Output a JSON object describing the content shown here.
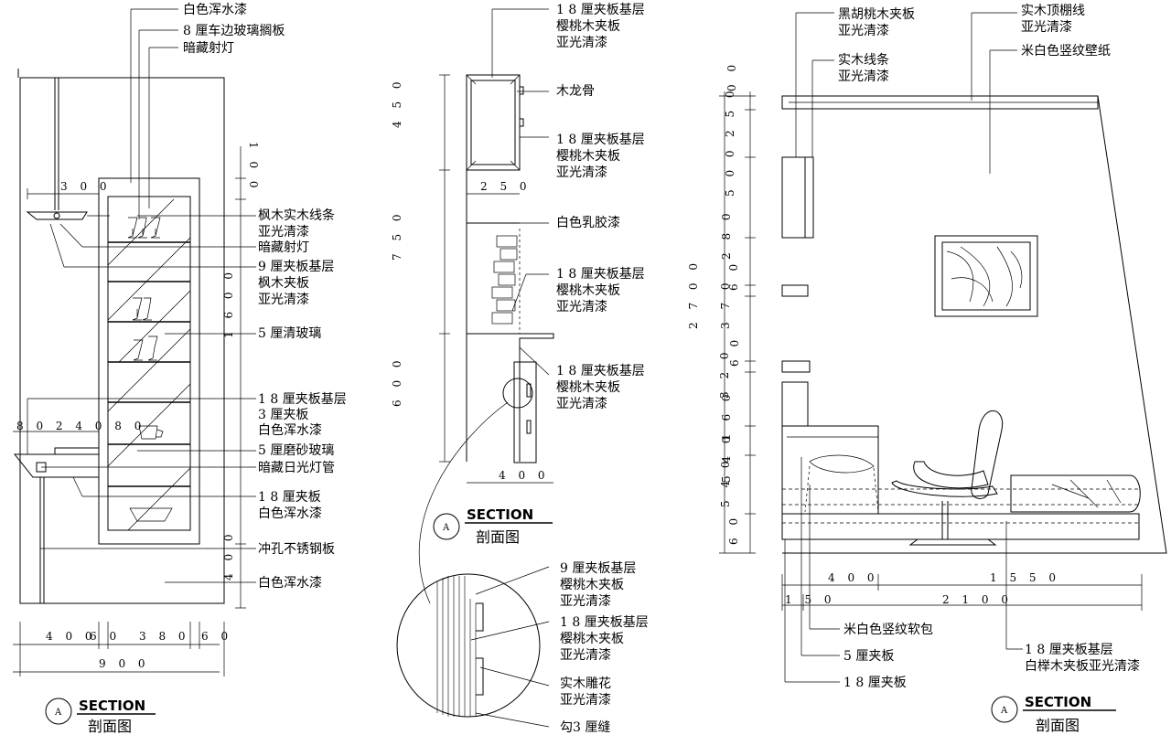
{
  "left": {
    "labels_top": [
      "白色浑水漆",
      "8 厘车边玻璃搁板",
      "暗藏射灯"
    ],
    "labels_right": [
      [
        "枫木实木线条",
        "亚光清漆"
      ],
      [
        "暗藏射灯"
      ],
      [
        "9 厘夹板基层",
        "枫木夹板",
        "亚光清漆"
      ],
      [
        "5 厘清玻璃"
      ],
      [
        "1 8 厘夹板基层",
        "3 厘夹板",
        "白色浑水漆"
      ],
      [
        "5 厘磨砂玻璃"
      ],
      [
        "暗藏日光灯管"
      ],
      [
        "1 8 厘夹板",
        "白色浑水漆"
      ],
      [
        "冲孔不锈钢板"
      ],
      [
        "白色浑水漆"
      ]
    ],
    "dims": {
      "w300": "3 0 0",
      "h100": "1 0 0",
      "h1600": "1 6 0 0",
      "h400": "4 0 0",
      "small": "8 0 2 4 0 8 0",
      "bottom_row": [
        "4 0 0",
        "6 0",
        "3 8 0",
        "6 0"
      ],
      "total": "9 0 0"
    }
  },
  "middle": {
    "labels": [
      [
        "1 8 厘夹板基层",
        "樱桃木夹板",
        "亚光清漆"
      ],
      [
        "木龙骨"
      ],
      [
        "1 8 厘夹板基层",
        "樱桃木夹板",
        "亚光清漆"
      ],
      [
        "白色乳胶漆"
      ],
      [
        "1 8 厘夹板基层",
        "樱桃木夹板",
        "亚光清漆"
      ],
      [
        "1 8 厘夹板基层",
        "樱桃木夹板",
        "亚光清漆"
      ]
    ],
    "detail_labels": [
      [
        "9 厘夹板基层",
        "樱桃木夹板",
        "亚光清漆"
      ],
      [
        "1 8 厘夹板基层",
        "樱桃木夹板",
        "亚光清漆"
      ],
      [
        "实木雕花",
        "亚光清漆"
      ],
      [
        "勾3 厘缝"
      ]
    ],
    "dims": {
      "h450": "4 5 0",
      "w250": "2 5 0",
      "h750": "7 5 0",
      "h600": "6 0 0",
      "w400": "4 0 0"
    }
  },
  "right": {
    "labels_top": [
      [
        "黑胡桃木夹板",
        "亚光清漆"
      ],
      [
        "实木线条",
        "亚光清漆"
      ],
      [
        "实木顶棚线",
        "亚光清漆"
      ],
      [
        "米白色竖纹壁纸"
      ]
    ],
    "labels_bottom": [
      [
        "米白色竖纹软包"
      ],
      [
        "5 厘夹板"
      ],
      [
        "1 8 厘夹板"
      ],
      [
        "1 8 厘夹板基层",
        "白榉木夹板亚光清漆"
      ]
    ],
    "dims": {
      "total": "2 7 0 0",
      "segments": [
        "0 0",
        "2 5 0",
        "5 0 0",
        "2 8 0",
        "6 0",
        "3 7 0",
        "6 0",
        "3 2 0",
        "1 6 0",
        "5 4 0",
        "5 4 0",
        "6 0"
      ],
      "row1": [
        "4 0 0",
        "1 5 5 0"
      ],
      "row2": [
        "1 5 0",
        "2 1 0 0"
      ]
    }
  },
  "titles": [
    {
      "circle": "A",
      "en": "SECTION",
      "cn": "剖面图"
    },
    {
      "circle": "A",
      "en": "SECTION",
      "cn": "剖面图"
    },
    {
      "circle": "A",
      "en": "SECTION",
      "cn": "剖面图"
    }
  ]
}
